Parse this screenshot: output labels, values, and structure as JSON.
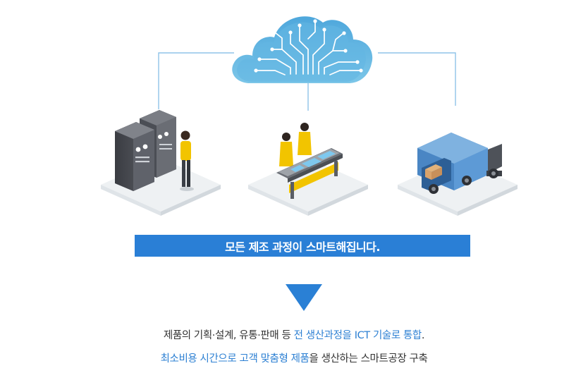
{
  "banner": {
    "text": "모든 제조 과정이 스마트해집니다."
  },
  "description": {
    "line1": {
      "part1": "제품의 기획·설계, 유통·판매 등 ",
      "highlight": "전 생산과정을 ICT 기술로 통합",
      "part2": "."
    },
    "line2": {
      "highlight": "최소비용 시간으로 고객 맞춤형 제품",
      "part2": "을 생산하는 스마트공장 구축"
    }
  },
  "colors": {
    "accent": "#2a7fd6",
    "highlight_text": "#2d80d3",
    "connector": "#8fc3e8"
  }
}
